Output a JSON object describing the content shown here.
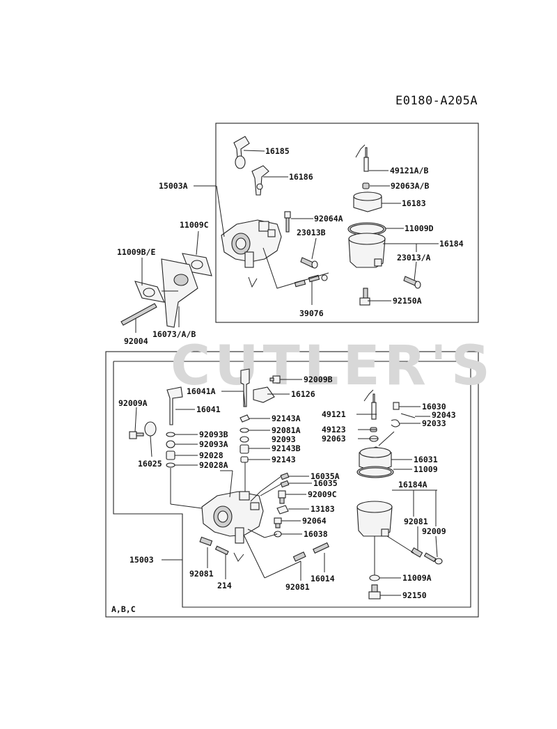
{
  "diagram_code": "E0180-A205A",
  "watermark": "CUTLER'S",
  "variant_note": "A,B,C",
  "upper_labels": {
    "p16185": "16185",
    "p16186": "16186",
    "p15003A": "15003A",
    "p11009C": "11009C",
    "p92064A": "92064A",
    "p23013B": "23013B",
    "p11009BE": "11009B/E",
    "p39076": "39076",
    "p92004": "92004",
    "p16073AB": "16073/A/B",
    "p49121AB": "49121A/B",
    "p92063AB": "92063A/B",
    "p16183": "16183",
    "p11009D": "11009D",
    "p16184": "16184",
    "p23013A": "23013/A",
    "p92150A": "92150A"
  },
  "lower_labels": {
    "p92009B": "92009B",
    "p16041A": "16041A",
    "p16126": "16126",
    "p92009A": "92009A",
    "p16041": "16041",
    "p92143A": "92143A",
    "p92081A": "92081A",
    "p92093": "92093",
    "p92093B": "92093B",
    "p92093A": "92093A",
    "p92143B": "92143B",
    "p92028": "92028",
    "p92143": "92143",
    "p16025": "16025",
    "p92028A": "92028A",
    "p16035A": "16035A",
    "p16035": "16035",
    "p92009C": "92009C",
    "p13183": "13183",
    "p92064": "92064",
    "p16038": "16038",
    "p15003": "15003",
    "p92081L": "92081",
    "p214": "214",
    "p92081M": "92081",
    "p16014": "16014",
    "p16030": "16030",
    "p92043": "92043",
    "p49121": "49121",
    "p92033": "92033",
    "p49123": "49123",
    "p92063": "92063",
    "p16031": "16031",
    "p11009": "11009",
    "p16184A": "16184A",
    "p92081R": "92081",
    "p92009": "92009",
    "p11009A": "11009A",
    "p92150": "92150"
  }
}
